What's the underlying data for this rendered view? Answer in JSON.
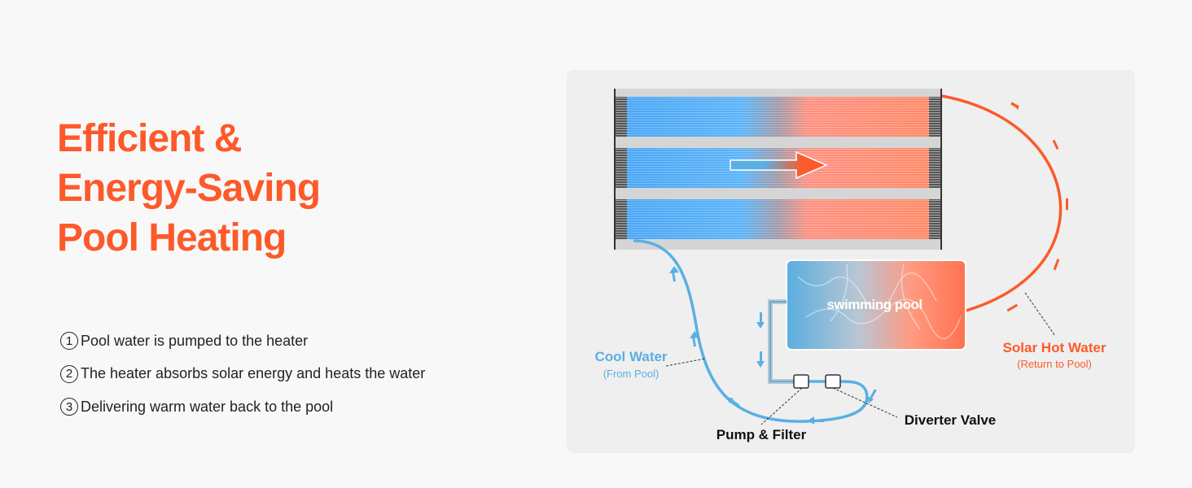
{
  "title": {
    "lines": [
      "Efficient &",
      "Energy-Saving",
      "Pool Heating"
    ]
  },
  "steps": [
    {
      "num": "1",
      "text": "Pool water is pumped to the heater"
    },
    {
      "num": "2",
      "text": "The heater absorbs solar energy and heats the water"
    },
    {
      "num": "3",
      "text": "Delivering warm water back to the pool"
    }
  ],
  "diagram": {
    "pool_label": "swimming pool",
    "cool_water": {
      "label": "Cool Water",
      "sub": "(From Pool)"
    },
    "hot_water": {
      "label": "Solar Hot Water",
      "sub": "(Return to Pool)"
    },
    "pump_label": "Pump & Filter",
    "valve_label": "Diverter Valve"
  },
  "colors": {
    "accent": "#fc5a2a",
    "cool": "#5aafe3",
    "hot": "#fc5a2a"
  }
}
